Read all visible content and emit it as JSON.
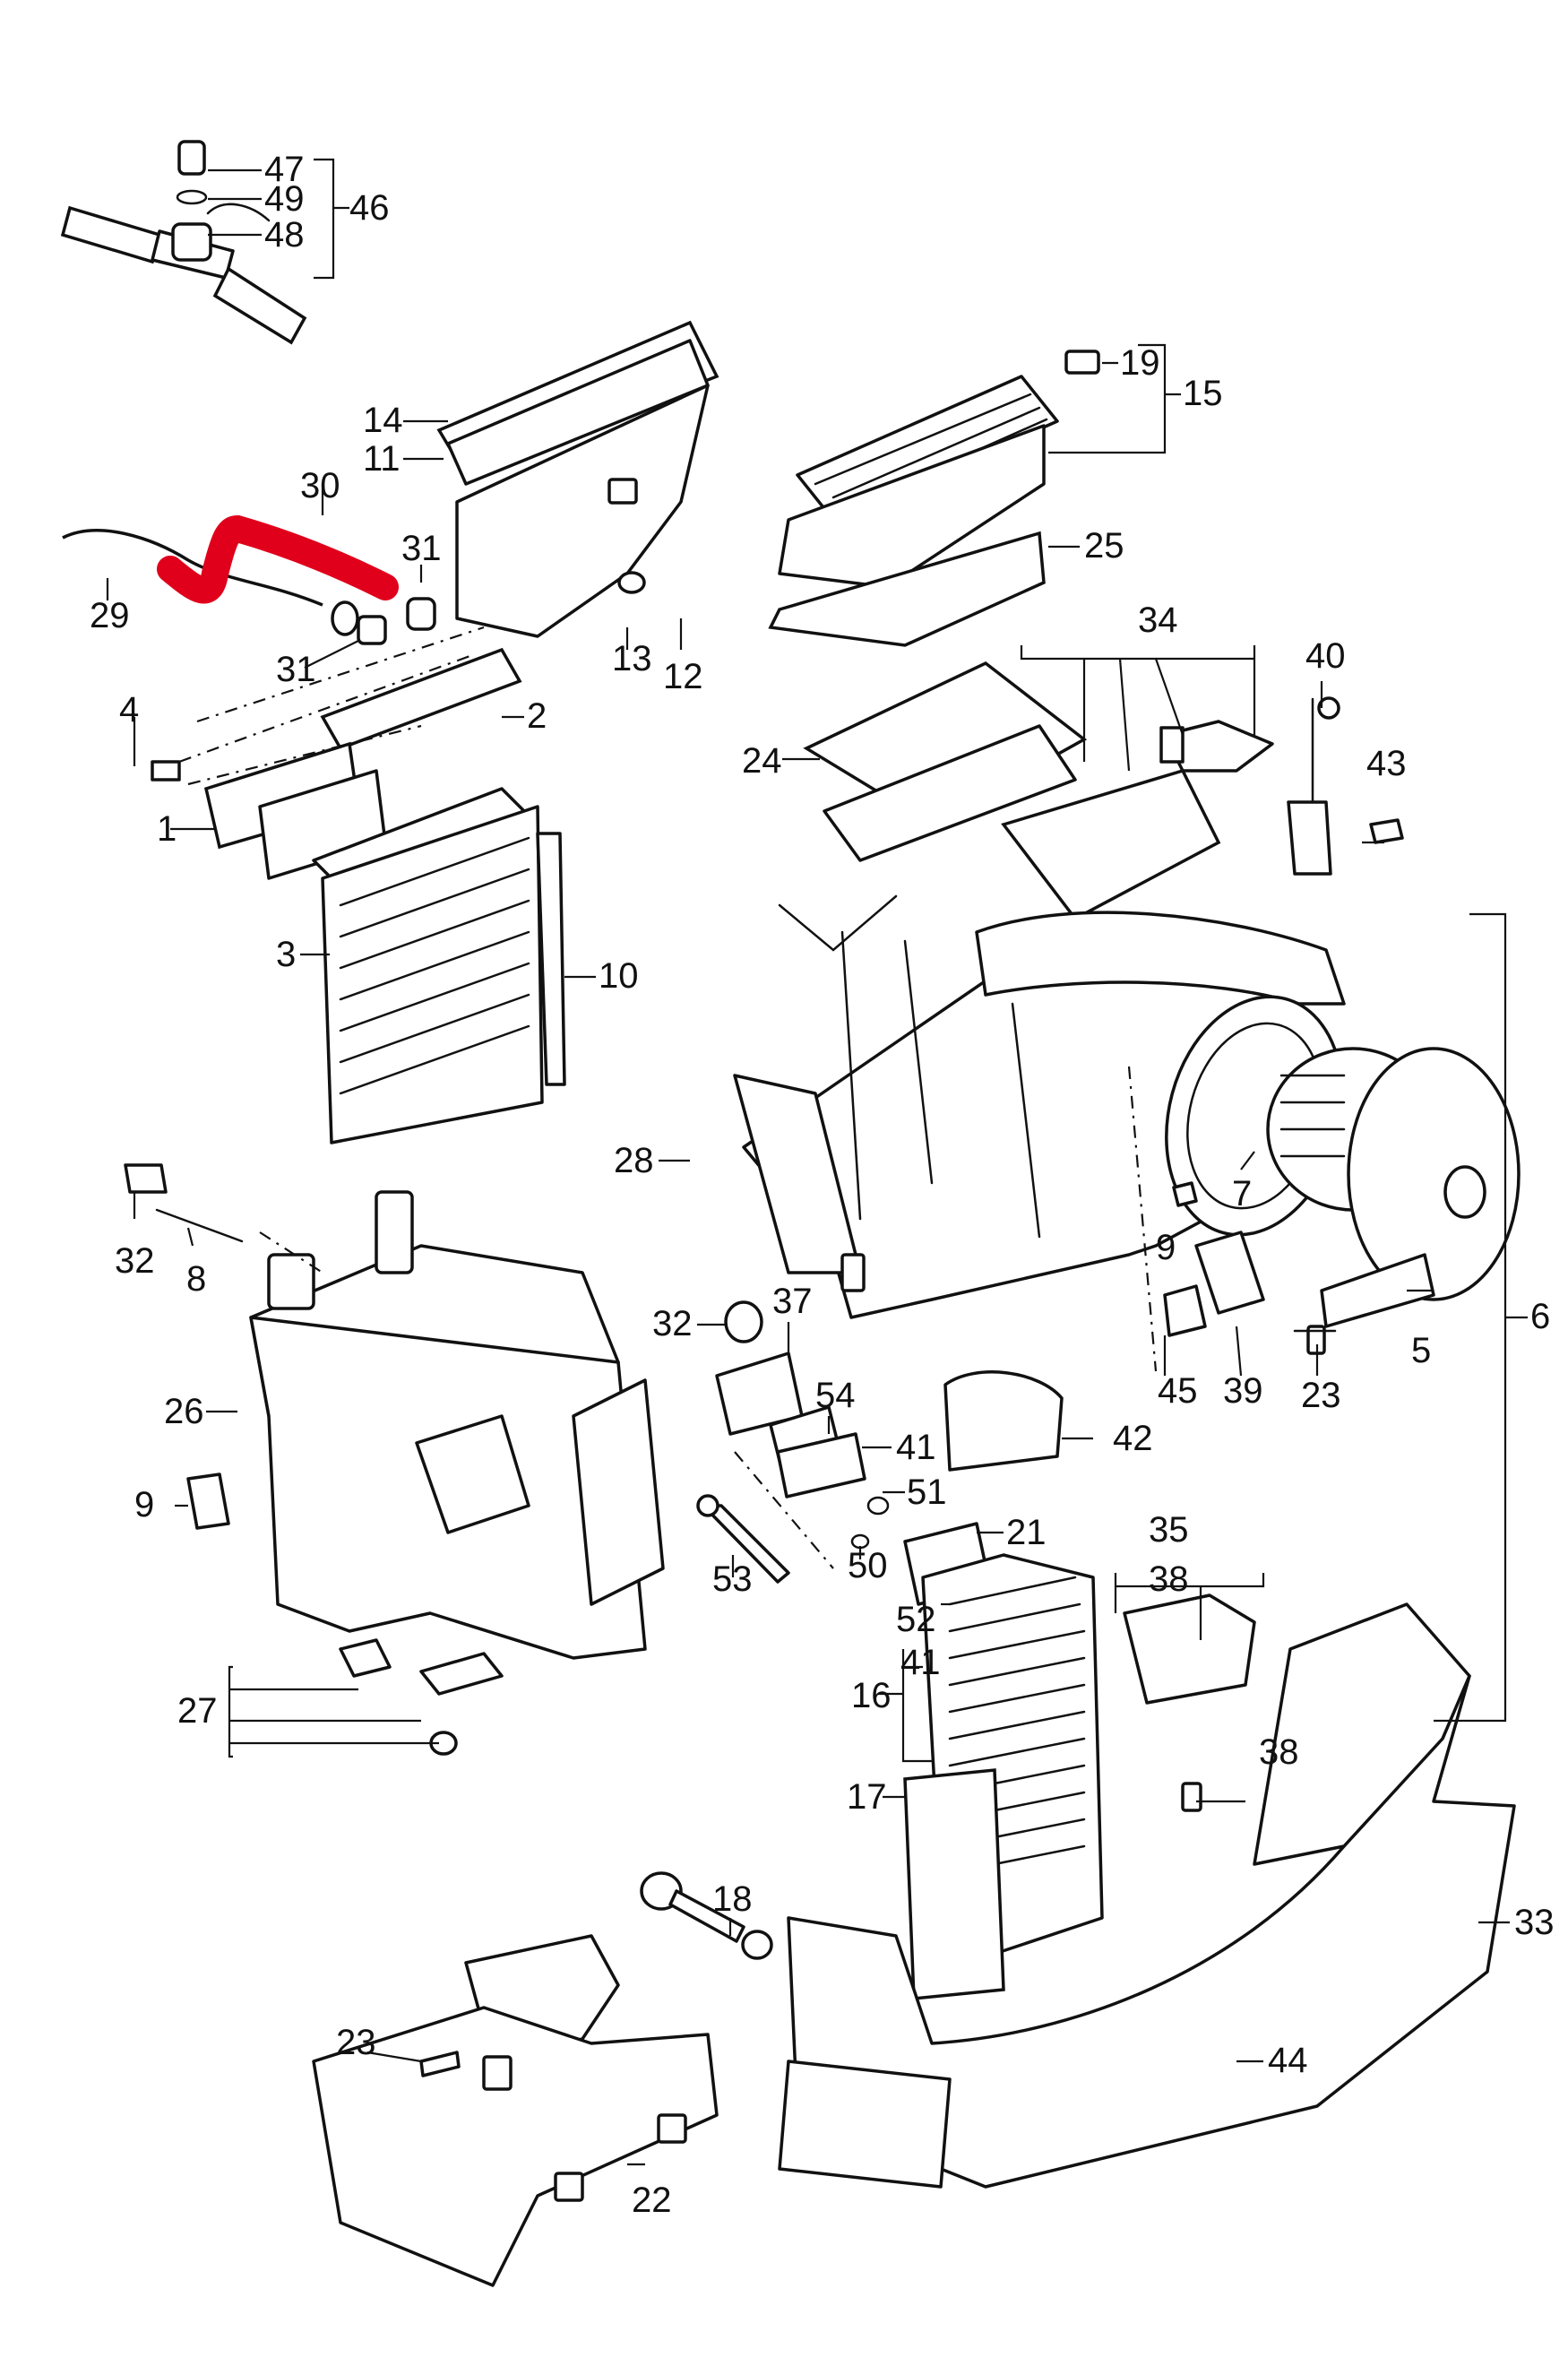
{
  "diagram": {
    "highlight_color": "#e0001b",
    "line_color": "#111111",
    "background_color": "#ffffff",
    "highlighted_part": "30",
    "callouts": {
      "c47": "47",
      "c49": "49",
      "c48": "48",
      "c46": "46",
      "c19": "19",
      "c15": "15",
      "c14": "14",
      "c11": "11",
      "c30": "30",
      "c25": "25",
      "c31a": "31",
      "c29": "29",
      "c13": "13",
      "c12": "12",
      "c31b": "31",
      "c34": "34",
      "c40": "40",
      "c2": "2",
      "c4": "4",
      "c43": "43",
      "c24": "24",
      "c1": "1",
      "c3": "3",
      "c10": "10",
      "c6": "6",
      "c28": "28",
      "c7": "7",
      "c32a": "32",
      "c8": "8",
      "c9a": "9",
      "c32b": "32",
      "c37": "37",
      "c5": "5",
      "c45": "45",
      "c39": "39",
      "c23a": "23",
      "c26": "26",
      "c54": "54",
      "c42": "42",
      "c41a": "41",
      "c9b": "9",
      "c51": "51",
      "c21": "21",
      "c50": "50",
      "c53": "53",
      "c35": "35",
      "c52": "52",
      "c38a": "38",
      "c41b": "41",
      "c16": "16",
      "c27": "27",
      "c38b": "38",
      "c17": "17",
      "c18": "18",
      "c33": "33",
      "c23b": "23",
      "c44": "44",
      "c22": "22"
    }
  }
}
